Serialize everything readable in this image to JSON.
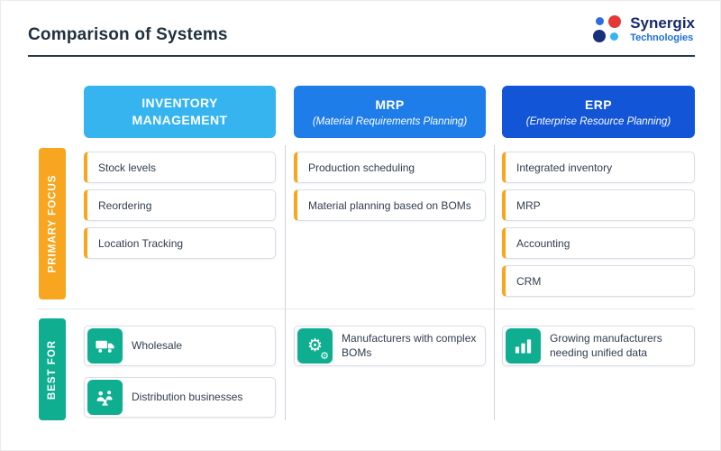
{
  "header": {
    "title": "Comparison of Systems",
    "logo_name": "Synergix",
    "logo_subtitle": "Technologies"
  },
  "row_labels": {
    "primary_focus": "PRIMARY FOCUS",
    "best_for": "BEST FOR"
  },
  "columns": [
    {
      "title": "INVENTORY MANAGEMENT",
      "subtitle": "",
      "primary_focus": [
        "Stock levels",
        "Reordering",
        "Location Tracking"
      ],
      "best_for": [
        {
          "icon": "truck-icon",
          "label": "Wholesale"
        },
        {
          "icon": "people-icon",
          "label": "Distribution businesses"
        }
      ]
    },
    {
      "title": "MRP",
      "subtitle": "(Material Requirements Planning)",
      "primary_focus": [
        "Production scheduling",
        "Material planning based on BOMs"
      ],
      "best_for": [
        {
          "icon": "gears-icon",
          "label": "Manufacturers with complex BOMs"
        }
      ]
    },
    {
      "title": "ERP",
      "subtitle": "(Enterprise Resource Planning)",
      "primary_focus": [
        "Integrated inventory",
        "MRP",
        "Accounting",
        "CRM"
      ],
      "best_for": [
        {
          "icon": "growth-bars-icon",
          "label": "Growing manufacturers needing unified data"
        }
      ]
    }
  ],
  "colors": {
    "inventory_header": "#35b4f0",
    "mrp_header": "#1e7de8",
    "erp_header": "#1255d6",
    "primary_focus_accent": "#f8a61f",
    "best_for_accent": "#0fae91",
    "title_text": "#20313f"
  }
}
